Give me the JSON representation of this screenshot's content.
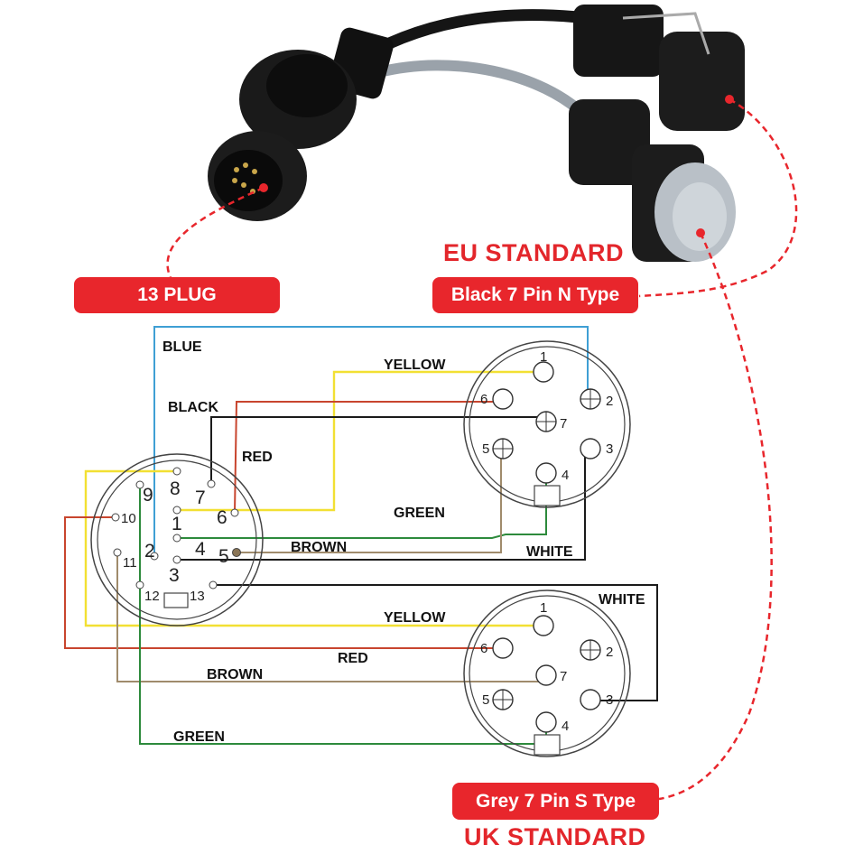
{
  "labels": {
    "plug13": "13 PLUG",
    "eu_standard": "EU STANDARD",
    "eu_socket": "Black 7 Pin  N  Type",
    "uk_standard": "UK STANDARD",
    "uk_socket": "Grey 7 Pin S Type"
  },
  "wire_labels": {
    "top": {
      "blue": "BLUE",
      "yellow": "YELLOW",
      "black": "BLACK",
      "red": "RED",
      "green": "GREEN",
      "brown": "BROWN",
      "white": "WHITE"
    },
    "bottom": {
      "white": "WHITE",
      "yellow": "YELLOW",
      "red": "RED",
      "brown": "BROWN",
      "green": "GREEN"
    }
  },
  "plug13_pins": [
    "1",
    "2",
    "3",
    "4",
    "5",
    "6",
    "7",
    "8",
    "9",
    "10",
    "11",
    "12",
    "13"
  ],
  "eu_pins": [
    "1",
    "2",
    "3",
    "4",
    "5",
    "6",
    "7"
  ],
  "uk_pins": [
    "1",
    "2",
    "3",
    "4",
    "5",
    "6",
    "7"
  ],
  "colors": {
    "accent_red": "#e8262c",
    "blue": "#3f9fd4",
    "yellow": "#f2e033",
    "black": "#1b1b1b",
    "red": "#c8452e",
    "green": "#2d8a3c",
    "brown": "#a08b6c",
    "white_wire": "#1b1b1b"
  },
  "icons": [
    "connector-photo-icon",
    "plug-13pin-icon",
    "socket-black-7pin-icon",
    "socket-grey-7pin-icon"
  ]
}
